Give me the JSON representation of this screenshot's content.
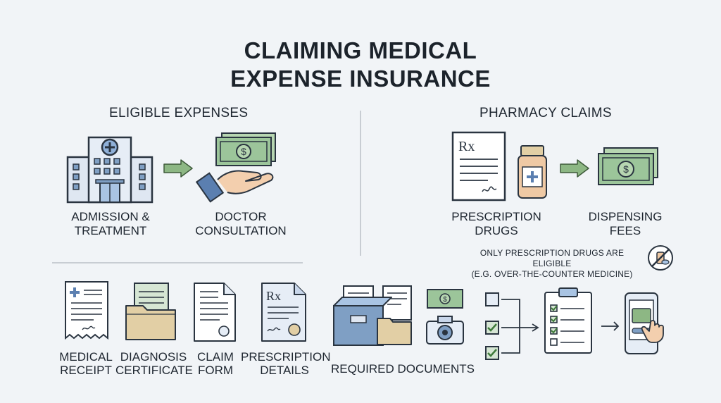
{
  "title": {
    "line1": "CLAIMING MEDICAL",
    "line2": "EXPENSE INSURANCE"
  },
  "eligible": {
    "header": "ELIGIBLE EXPENSES",
    "admission": {
      "line1": "ADMISSION &",
      "line2": "TREATMENT"
    },
    "doctor": {
      "line1": "DOCTOR",
      "line2": "CONSULTATION"
    }
  },
  "pharmacy": {
    "header": "PHARMACY CLAIMS",
    "drugs": {
      "line1": "PRESCRIPTION",
      "line2": "DRUGS"
    },
    "fees": {
      "line1": "DISPENSING",
      "line2": "FEES"
    },
    "note": {
      "line1": "ONLY PRESCRIPTION DRUGS ARE ELIGIBLE",
      "line2": "(E.G. OVER-THE-COUNTER MEDICINE)"
    },
    "rx_symbol": "Rx"
  },
  "documents": {
    "receipt": {
      "line1": "MEDICAL",
      "line2": "RECEIPT"
    },
    "diagnosis": {
      "line1": "DIAGNOSIS",
      "line2": "CERTIFICATE"
    },
    "claim": {
      "line1": "CLAIM",
      "line2": "FORM"
    },
    "prescription": {
      "line1": "PRESCRIPTION",
      "line2": "DETAILS"
    },
    "required": "REQUIRED DOCUMENTS"
  },
  "icons": {
    "hospital": "hospital-icon",
    "hand_money": "hand-money-icon",
    "money": "money-bill-icon",
    "prescription": "prescription-icon",
    "pill_bottle": "pill-bottle-icon",
    "no_otc": "no-otc-medicine-icon",
    "receipt": "receipt-icon",
    "folder": "folder-icon",
    "form": "claim-form-icon",
    "file_box": "file-box-icon",
    "camera": "camera-icon",
    "checklist": "checklist-icon",
    "phone": "phone-app-icon"
  },
  "colors": {
    "accent_green": "#8db784",
    "money_green": "#9cc59a",
    "line_blue": "#7f9fc4",
    "folder_tan": "#e2cfa5",
    "background": "#f1f4f7"
  }
}
